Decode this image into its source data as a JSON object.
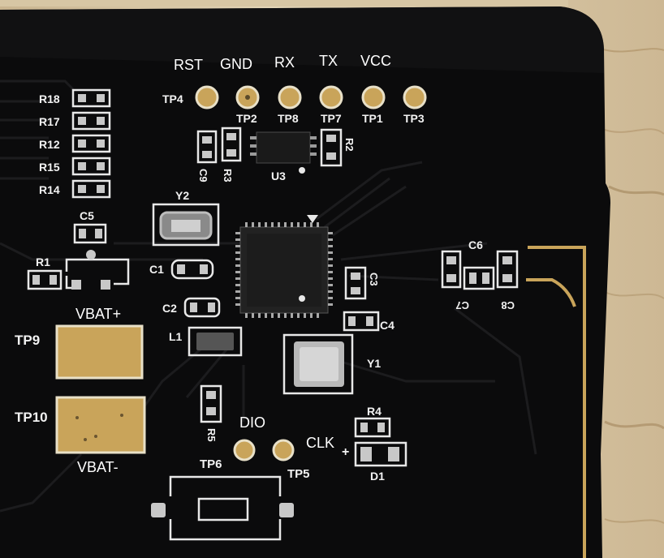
{
  "pad_labels": {
    "rst": "RST",
    "gnd": "GND",
    "rx": "RX",
    "tx": "TX",
    "vcc": "VCC",
    "dio": "DIO",
    "clk": "CLK",
    "vbat_plus": "VBAT+",
    "vbat_minus": "VBAT-"
  },
  "silkscreen": {
    "tp4": "TP4",
    "tp2": "TP2",
    "tp8": "TP8",
    "tp7": "TP7",
    "tp1": "TP1",
    "tp3": "TP3",
    "tp9": "TP9",
    "tp10": "TP10",
    "tp6": "TP6",
    "tp5": "TP5",
    "r18": "R18",
    "r17": "R17",
    "r12": "R12",
    "r15": "R15",
    "r14": "R14",
    "r1": "R1",
    "r2": "R2",
    "r3": "R3",
    "r4": "R4",
    "r5": "R5",
    "c1": "C1",
    "c2": "C2",
    "c3": "C3",
    "c4": "C4",
    "c5": "C5",
    "c6": "C6",
    "c7": "C7",
    "c8": "C8",
    "c9": "C9",
    "y1": "Y1",
    "y2": "Y2",
    "u3": "U3",
    "l1": "L1",
    "d1": "D1"
  },
  "colors": {
    "board": "#0b0b0c",
    "copper_gold": "#c9a45a",
    "silkscreen": "#f2f2f2",
    "wood": "#d8c6a2"
  }
}
